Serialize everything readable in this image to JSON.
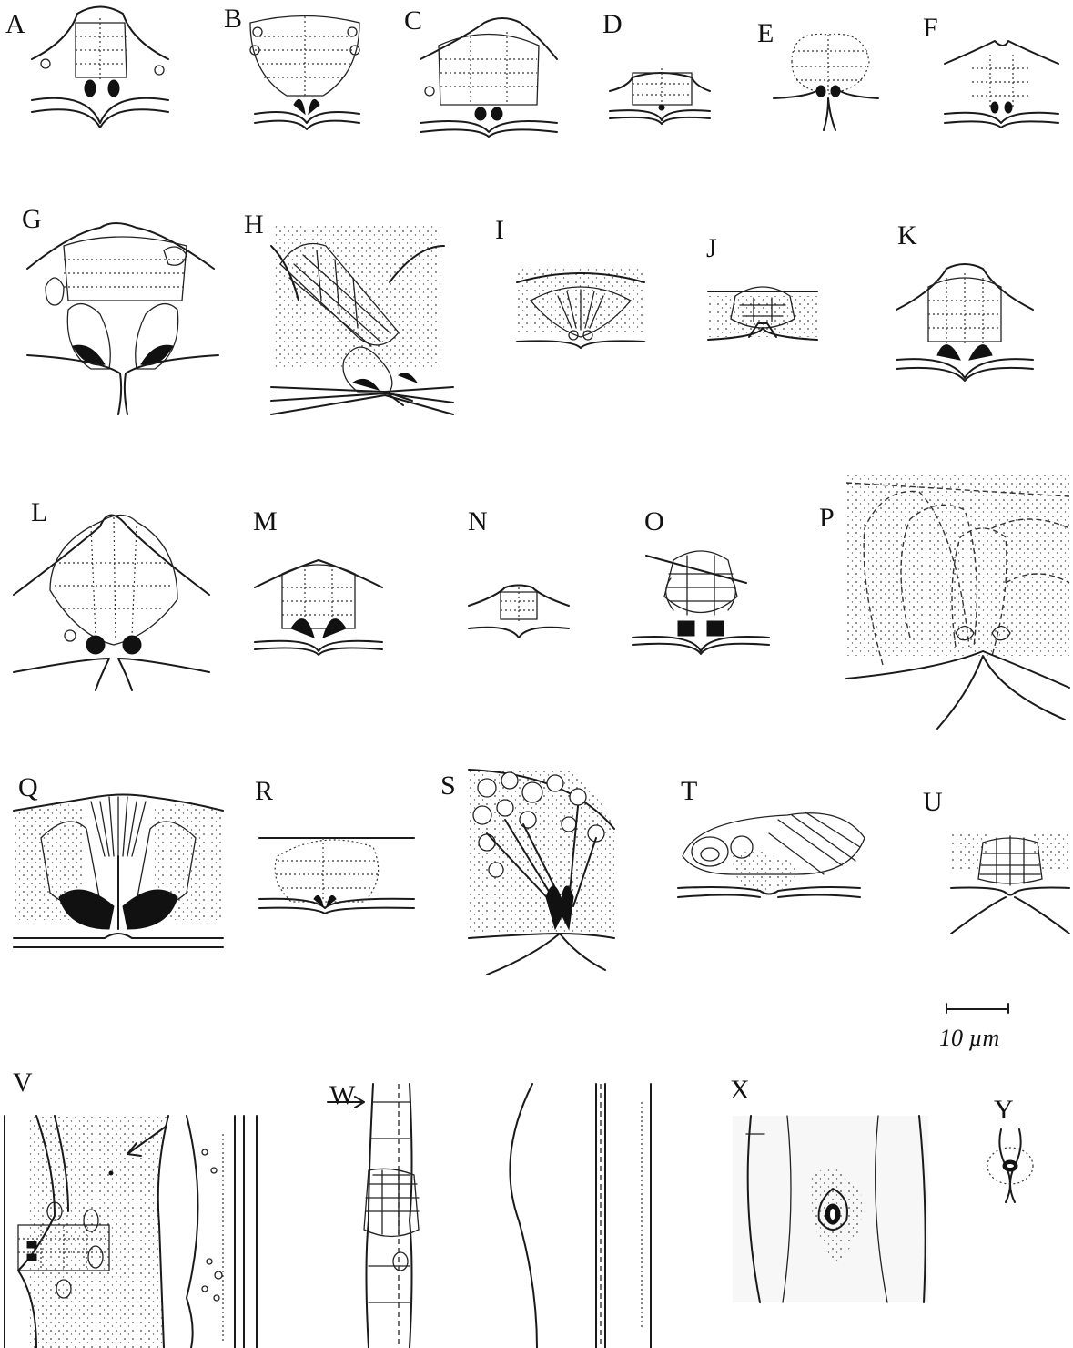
{
  "figure": {
    "panel_labels": [
      "A",
      "B",
      "C",
      "D",
      "E",
      "F",
      "G",
      "H",
      "I",
      "J",
      "K",
      "L",
      "M",
      "N",
      "O",
      "P",
      "Q",
      "R",
      "S",
      "T",
      "U",
      "V",
      "W",
      "X",
      "Y"
    ],
    "scale_bar": {
      "label": "10 µm"
    },
    "colors": {
      "ink": "#111111",
      "background": "#ffffff"
    }
  }
}
